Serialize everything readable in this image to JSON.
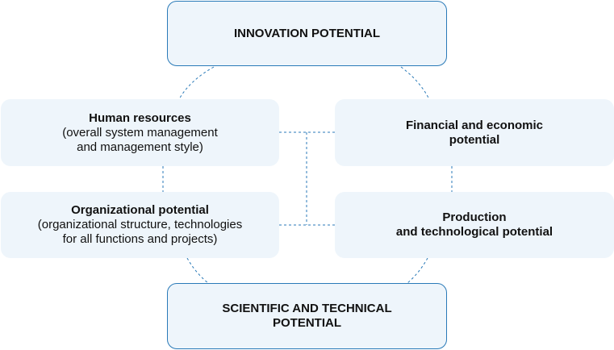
{
  "top_box": {
    "line1": "INNOVATION POTENTIAL"
  },
  "bottom_box": {
    "line1": "SCIENTIFIC AND TECHNICAL",
    "line2": "POTENTIAL"
  },
  "human_resources": {
    "title": "Human resources",
    "line1": "(overall system management",
    "line2": "and management style)"
  },
  "organizational": {
    "title": "Organizational potential",
    "line1": "(organizational structure, technologies",
    "line2": "for all functions and projects)"
  },
  "financial": {
    "line1": "Financial and economic",
    "line2": "potential"
  },
  "production": {
    "line1": "Production",
    "line2": "and technological potential"
  },
  "colors": {
    "box_fill": "#eef5fb",
    "border": "#2a7ab8",
    "connector": "#2a7ab8"
  }
}
